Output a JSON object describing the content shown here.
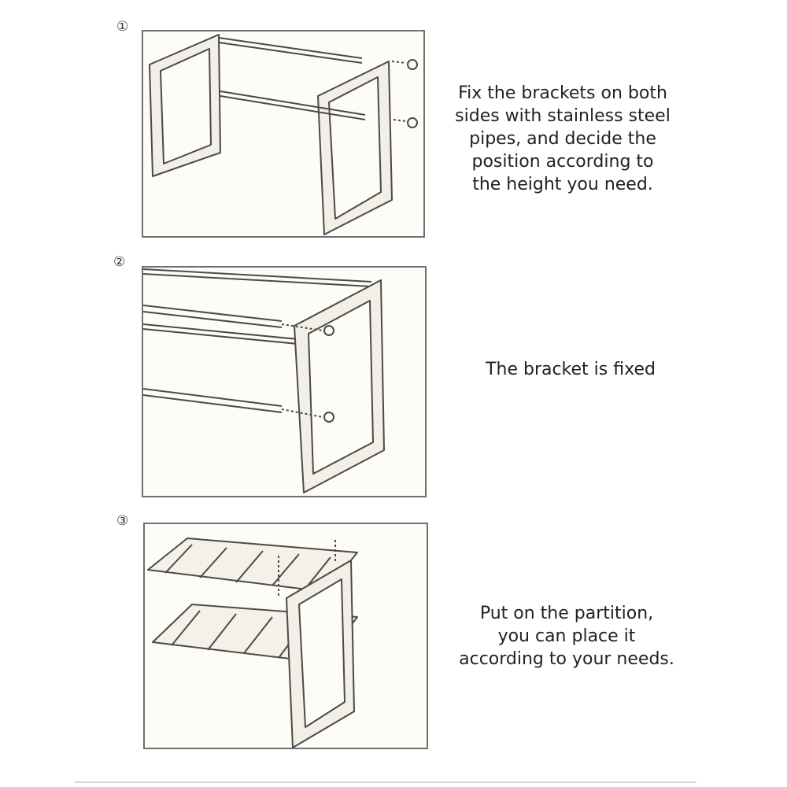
{
  "steps": [
    {
      "number": "①",
      "lines": [
        "Fix the brackets on both",
        "sides with stainless steel",
        "pipes, and decide the",
        "position according to",
        "the height you need."
      ]
    },
    {
      "number": "②",
      "lines": [
        "The bracket is fixed"
      ]
    },
    {
      "number": "③",
      "lines": [
        "Put on the partition,",
        "you can place it",
        "according to your needs."
      ]
    }
  ],
  "colors": {
    "line": "#4a4a4a",
    "panel_bg": "#fefcf6",
    "border": "#6f6f6f"
  }
}
